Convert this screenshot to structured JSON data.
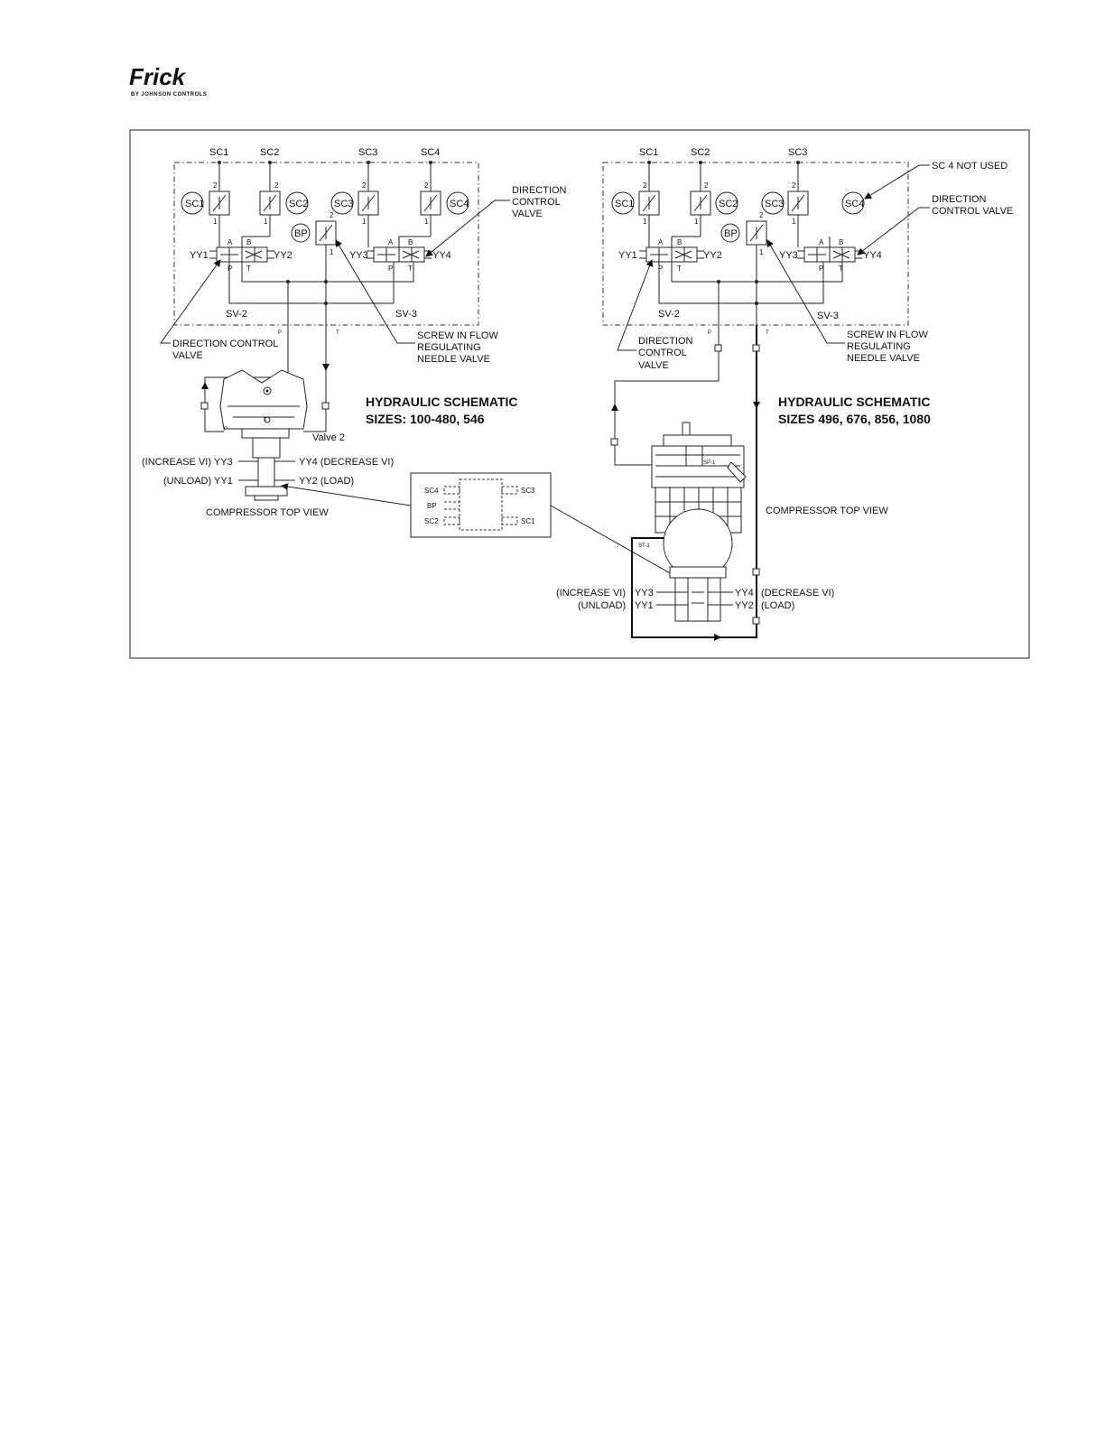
{
  "logo": {
    "brand": "Frick",
    "tagline": "BY JOHNSON CONTROLS"
  },
  "left_schematic": {
    "title_line1": "HYDRAULIC SCHEMATIC",
    "title_line2": "SIZES: 100-480, 546",
    "top_ports": [
      "SC1",
      "SC2",
      "SC3",
      "SC4"
    ],
    "circles": [
      "SC1",
      "SC2",
      "SC3",
      "SC4",
      "BP"
    ],
    "port_a": "A",
    "port_b": "B",
    "port_p": "P",
    "port_t": "T",
    "num_1": "1",
    "num_2": "2",
    "yy1": "YY1",
    "yy2": "YY2",
    "yy3": "YY3",
    "yy4": "YY4",
    "sv2": "SV-2",
    "sv3": "SV-3",
    "dcv_top_l1": "DIRECTION",
    "dcv_top_l2": "CONTROL",
    "dcv_top_l3": "VALVE",
    "dcv_bot_l1": "DIRECTION CONTROL",
    "dcv_bot_l2": "VALVE",
    "needle_l1": "SCREW IN FLOW",
    "needle_l2": "REGULATING",
    "needle_l3": "NEEDLE VALVE",
    "valve2": "Valve 2",
    "comp_p": "P",
    "comp_t": "T",
    "increase": "(INCREASE VI) YY3",
    "unload": "(UNLOAD) YY1",
    "decrease": "YY4 (DECREASE VI)",
    "load": "YY2 (LOAD)",
    "comp_view": "COMPRESSOR TOP VIEW"
  },
  "inset": {
    "sc4": "SC4",
    "bp": "BP",
    "sc2": "SC2",
    "sc3": "SC3",
    "sc1": "SC1"
  },
  "right_schematic": {
    "title_line1": "HYDRAULIC SCHEMATIC",
    "title_line2": "SIZES 496, 676, 856, 1080",
    "top_ports": [
      "SC1",
      "SC2",
      "SC3"
    ],
    "circles": [
      "SC1",
      "SC2",
      "SC3",
      "SC4",
      "BP"
    ],
    "port_a": "A",
    "port_b": "B",
    "port_p": "P",
    "port_t": "T",
    "num_1": "1",
    "num_2": "2",
    "yy1": "YY1",
    "yy2": "YY2",
    "yy3": "YY3",
    "yy4": "YY4",
    "sv2": "SV-2",
    "sv3": "SV-3",
    "sc4_not_used": "SC 4 NOT USED",
    "dcv_top_l1": "DIRECTION",
    "dcv_top_l2": "CONTROL VALVE",
    "dcv_bot_l1": "DIRECTION",
    "dcv_bot_l2": "CONTROL",
    "dcv_bot_l3": "VALVE",
    "needle_l1": "SCREW IN FLOW",
    "needle_l2": "REGULATING",
    "needle_l3": "NEEDLE VALVE",
    "sp1": "SP-1",
    "st1": "ST-1",
    "comp_view": "COMPRESSOR TOP VIEW",
    "increase": "(INCREASE VI)",
    "unload": "(UNLOAD)",
    "yy3_lbl": "YY3",
    "yy1_lbl": "YY1",
    "yy4_lbl": "YY4",
    "yy2_lbl": "YY2",
    "decrease": "(DECREASE VI)",
    "load": "(LOAD)"
  }
}
